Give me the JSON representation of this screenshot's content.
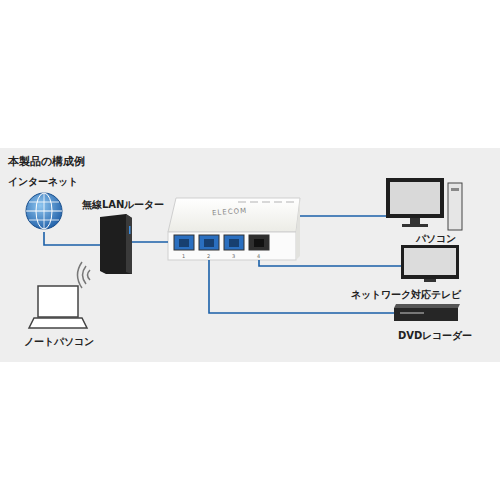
{
  "diagram": {
    "title": "本製品の構成例",
    "nodes": [
      {
        "text": [
          "インターネット"
        ]
      },
      {
        "text": [
          "無線LANルーター"
        ]
      },
      {
        "text": [
          "ELECOM"
        ]
      },
      {
        "text": [
          "パソコン"
        ]
      },
      {
        "text": [
          "ネットワーク対応テレビ"
        ]
      },
      {
        "text": [
          "ノートパソコン"
        ]
      },
      {
        "text": [
          "DVDレコーダー"
        ]
      }
    ],
    "edges": [
      {
        "from": 0,
        "to": 1,
        "arrow": "none"
      },
      {
        "from": 1,
        "to": 2,
        "arrow": "none"
      },
      {
        "from": 2,
        "to": 3,
        "arrow": "none"
      },
      {
        "from": 2,
        "to": 4,
        "arrow": "none"
      },
      {
        "from": 2,
        "to": 6,
        "arrow": "none"
      }
    ],
    "labels": [
      "1",
      "2",
      "3",
      "4"
    ]
  }
}
